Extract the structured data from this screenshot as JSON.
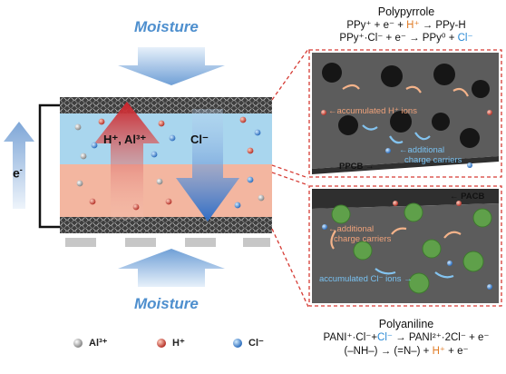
{
  "moisture_top": "Moisture",
  "moisture_bottom": "Moisture",
  "electron_label": "e",
  "electron_sup": "-",
  "cations_label": "H⁺, Al³⁺",
  "anion_label": "Cl⁻",
  "polypyrrole": {
    "title": "Polypyrrole",
    "eq1": {
      "a": "PPy⁺ + e⁻ + ",
      "h": "H⁺",
      "b": " → PPy-H"
    },
    "eq2": {
      "a": "PPy⁺·Cl⁻ + e⁻ → PPy⁰ + ",
      "cl": "Cl⁻"
    }
  },
  "polyaniline": {
    "title": "Polyaniline",
    "eq1": {
      "a": "PANI⁺·Cl⁻+",
      "cl": "Cl⁻",
      "b": " → PANI²⁺·2Cl⁻ + e⁻"
    },
    "eq2": {
      "a": "(–NH–) → (=N–) + ",
      "h": "H⁺",
      "b": " + e⁻"
    }
  },
  "top_panel": {
    "accumulated": "←accumulated H⁺ ions",
    "additional_1": "←additional",
    "additional_2": "charge carriers",
    "ppcb": "PPCB →"
  },
  "bottom_panel": {
    "pacb": "← PACB",
    "additional_1": "←additional",
    "additional_2": "charge carriers",
    "accumulated": "accumulated Cl⁻ ions →"
  },
  "legend": [
    {
      "label": "Al³⁺",
      "color": "#9a9a9a"
    },
    {
      "label": "H⁺",
      "color": "#c0392b"
    },
    {
      "label": "Cl⁻",
      "color": "#2d7fd0"
    }
  ]
}
